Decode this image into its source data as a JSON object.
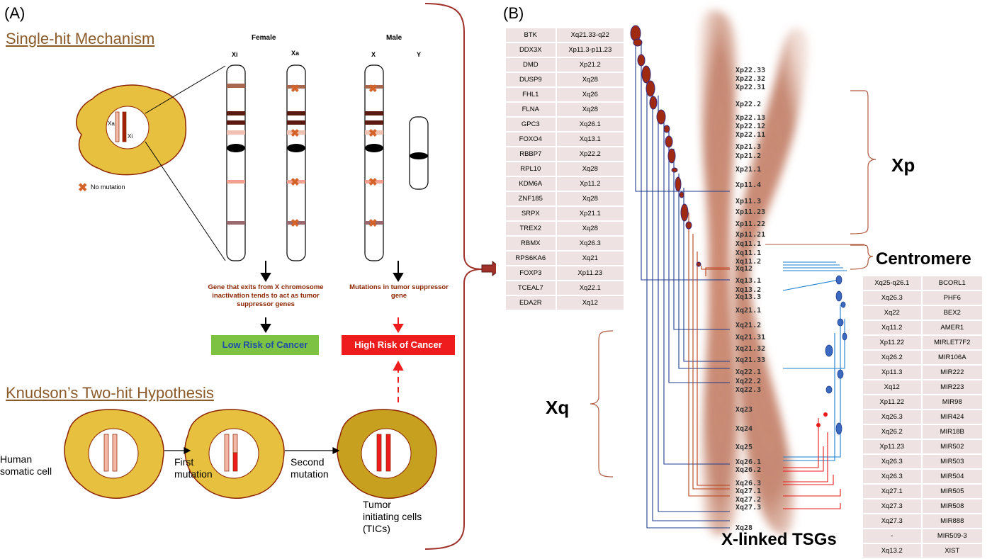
{
  "panelA": {
    "label": "(A)",
    "single_hit_title": "Single-hit Mechanism",
    "female_label": "Female",
    "male_label": "Male",
    "xi_label": "Xi",
    "xa_label": "Xa",
    "x_label": "X",
    "y_label": "Y",
    "cell_xa": "Xa",
    "cell_xi": "Xi",
    "legend_no_mutation": "No mutation",
    "female_desc": "Gene that exits from X chromosome inactivation tends to act as tumor suppressor genes",
    "male_desc": "Mutations in tumor suppressor gene",
    "low_risk": "Low Risk of Cancer",
    "high_risk": "High Risk of Cancer",
    "two_hit_title": "Knudson’s Two-hit Hypothesis",
    "human_cell": "Human somatic cell",
    "first_mutation": "First mutation",
    "second_mutation": "Second mutation",
    "tics": "Tumor initiating cells (TICs)",
    "colors": {
      "cell_fill": "#e8c040",
      "cell_stroke": "#8b2500",
      "low_risk": "#7dc242",
      "high_risk": "#ee1c1c",
      "brace": "#a0302a"
    }
  },
  "panelB": {
    "label": "(B)",
    "left_genes": [
      {
        "gene": "BTK",
        "loc": "Xq21.33-q22"
      },
      {
        "gene": "DDX3X",
        "loc": "Xp11.3-p11.23"
      },
      {
        "gene": "DMD",
        "loc": "Xp21.2"
      },
      {
        "gene": "DUSP9",
        "loc": "Xq28"
      },
      {
        "gene": "FHL1",
        "loc": "Xq26"
      },
      {
        "gene": "FLNA",
        "loc": "Xq28"
      },
      {
        "gene": "GPC3",
        "loc": "Xq26.1"
      },
      {
        "gene": "FOXO4",
        "loc": "Xq13.1"
      },
      {
        "gene": "RBBP7",
        "loc": "Xp22.2"
      },
      {
        "gene": "RPL10",
        "loc": "Xq28"
      },
      {
        "gene": "KDM6A",
        "loc": "Xp11.2"
      },
      {
        "gene": "ZNF185",
        "loc": "Xq28"
      },
      {
        "gene": "SRPX",
        "loc": "Xp21.1"
      },
      {
        "gene": "TREX2",
        "loc": "Xq28"
      },
      {
        "gene": "RBMX",
        "loc": "Xq26.3"
      },
      {
        "gene": "RPS6KA6",
        "loc": "Xq21"
      },
      {
        "gene": "FOXP3",
        "loc": "Xp11.23"
      },
      {
        "gene": "TCEAL7",
        "loc": "Xq22.1"
      },
      {
        "gene": "EDA2R",
        "loc": "Xq12"
      }
    ],
    "right_genes": [
      {
        "loc": "Xq25-q26.1",
        "gene": "BCORL1"
      },
      {
        "loc": "Xq26.3",
        "gene": "PHF6"
      },
      {
        "loc": "Xq22",
        "gene": "BEX2"
      },
      {
        "loc": "Xq11.2",
        "gene": "AMER1"
      },
      {
        "loc": "Xp11.22",
        "gene": "MIRLET7F2"
      },
      {
        "loc": "Xq26.2",
        "gene": "MIR106A"
      },
      {
        "loc": "Xp11.3",
        "gene": "MIR222"
      },
      {
        "loc": "Xq12",
        "gene": "MIR223"
      },
      {
        "loc": "Xp11.22",
        "gene": "MIR98"
      },
      {
        "loc": "Xq26.3",
        "gene": "MIR424"
      },
      {
        "loc": "Xq26.2",
        "gene": "MIR18B"
      },
      {
        "loc": "Xp11.23",
        "gene": "MIR502"
      },
      {
        "loc": "Xq26.3",
        "gene": "MIR503"
      },
      {
        "loc": "Xq26.3",
        "gene": "MIR504"
      },
      {
        "loc": "Xq27.1",
        "gene": "MIR505"
      },
      {
        "loc": "Xq27.3",
        "gene": "MIR508"
      },
      {
        "loc": "Xq27.3",
        "gene": "MIR888"
      },
      {
        "loc": "-",
        "gene": "MIR509-3"
      },
      {
        "loc": "Xq13.2",
        "gene": "XIST"
      }
    ],
    "bands": [
      "Xp22.33",
      "Xp22.32",
      "Xp22.31",
      "Xp22.2",
      "Xp22.13",
      "Xp22.12",
      "Xp22.11",
      "Xp21.3",
      "Xp21.2",
      "Xp21.1",
      "Xp11.4",
      "Xp11.3",
      "Xp11.23",
      "Xp11.22",
      "Xp11.21",
      "Xq11.1",
      "Xq11.1",
      "Xq11.2",
      "Xq12",
      "Xq13.1",
      "Xq13.2",
      "Xq13.3",
      "Xq21.1",
      "Xq21.2",
      "Xq21.31",
      "Xq21.32",
      "Xq21.33",
      "Xq22.1",
      "Xq22.2",
      "Xq22.3",
      "Xq23",
      "Xq24",
      "Xq25",
      "Xq26.1",
      "Xq26.2",
      "Xq26.3",
      "Xq27.1",
      "Xq27.2",
      "Xq27.3",
      "Xq28"
    ],
    "xp_label": "Xp",
    "centromere_label": "Centromere",
    "xq_label": "Xq",
    "footer": "X-linked TSGs",
    "colors": {
      "chromosome": "#b5664a",
      "left_lines": "#1f3d8c",
      "left_lines_alt": "#b8401a",
      "right_blue": "#1a7fd0",
      "right_red": "#e81a1a"
    }
  }
}
